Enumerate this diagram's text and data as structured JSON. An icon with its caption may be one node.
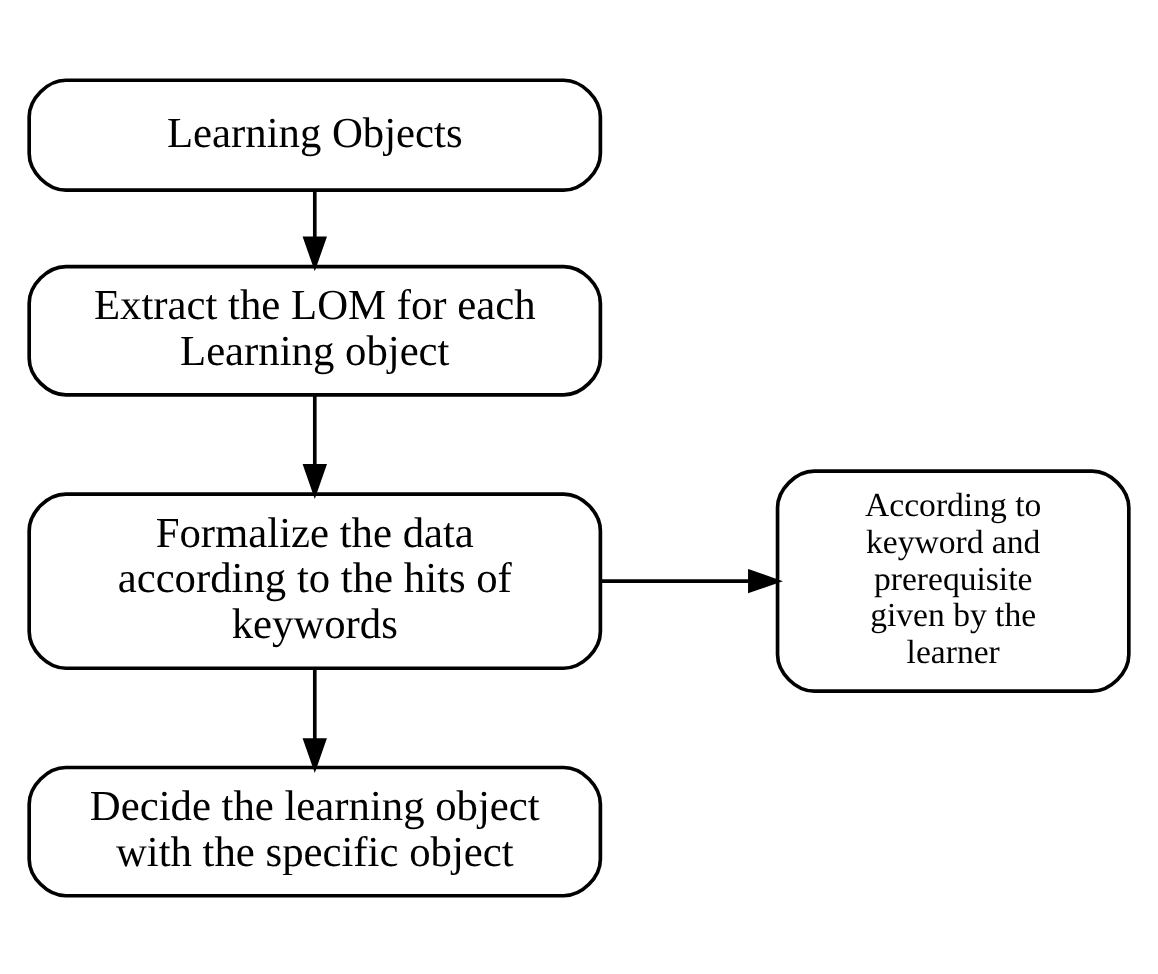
{
  "diagram": {
    "nodes": [
      {
        "text": [
          "Learning Objects"
        ]
      },
      {
        "text": [
          "Extract the LOM for each Learning object"
        ]
      },
      {
        "text": [
          "Formalize the data according to the hits of keywords"
        ]
      },
      {
        "text": [
          "According to keyword and prerequisite given by the learner"
        ]
      },
      {
        "text": [
          "Decide the learning object with the specific object"
        ]
      }
    ],
    "edges": [
      {
        "from": 0,
        "to": 1,
        "arrow": "to"
      },
      {
        "from": 1,
        "to": 2,
        "arrow": "to"
      },
      {
        "from": 2,
        "to": 3,
        "arrow": "to"
      },
      {
        "from": 2,
        "to": 4,
        "arrow": "to"
      }
    ]
  }
}
